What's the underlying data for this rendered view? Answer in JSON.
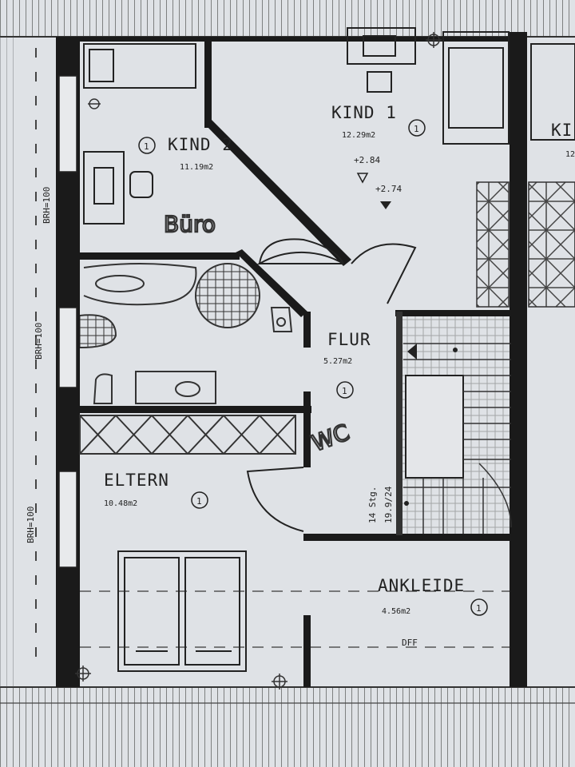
{
  "rooms": {
    "kind1": {
      "name": "KIND 1",
      "area": "12.29m2",
      "marker": "1"
    },
    "kind2": {
      "name": "KIND 2",
      "area": "11.19m2",
      "marker": "1"
    },
    "kind_partial": {
      "name": "KI",
      "area": "12"
    },
    "flur": {
      "name": "FLUR",
      "area": "5.27m2",
      "marker": "1"
    },
    "eltern": {
      "name": "ELTERN",
      "area": "10.48m2",
      "marker": "1"
    },
    "ankleide": {
      "name": "ANKLEIDE",
      "area": "4.56m2",
      "marker": "1"
    }
  },
  "annotations": {
    "level_upper": "+2.84",
    "level_lower": "+2.74",
    "stairs_steps": "14 Stg.",
    "stairs_ratio": "19.9/24",
    "dff": "DFF",
    "brh_1": "BRH=100",
    "brh_2": "BRH=100",
    "brh_3": "BRH=100"
  },
  "handwriting": {
    "buero": "Büro",
    "wc": "WC"
  }
}
